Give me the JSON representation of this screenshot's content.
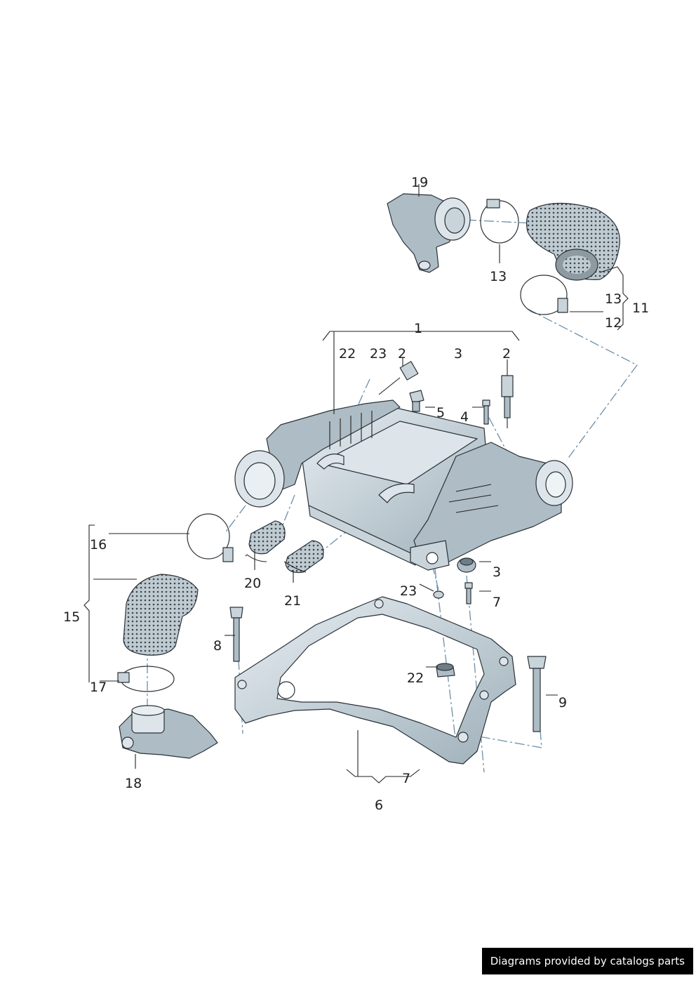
{
  "callouts": {
    "c19": "19",
    "c13a": "13",
    "c13b": "13",
    "c11": "11",
    "c12": "12",
    "c1": "1",
    "c22a": "22",
    "c23a": "23",
    "c2a": "2",
    "c3a": "3",
    "c2b": "2",
    "c5": "5",
    "c4": "4",
    "c16": "16",
    "c15": "15",
    "c20": "20",
    "c21": "21",
    "c3b": "3",
    "c23b": "23",
    "c7a": "7",
    "c8": "8",
    "c22b": "22",
    "c9": "9",
    "c17": "17",
    "c18": "18",
    "c7b": "7",
    "c6": "6"
  },
  "credit": "Diagrams provided by catalogs parts"
}
